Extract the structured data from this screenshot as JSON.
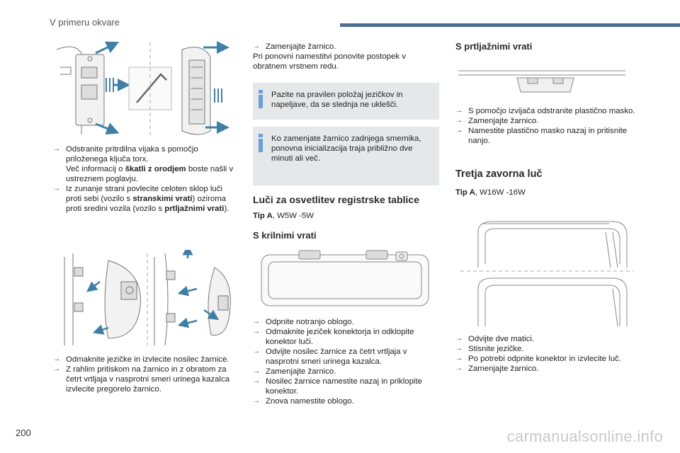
{
  "header": {
    "section_title": "V primeru okvare"
  },
  "footer": {
    "page_number": "200",
    "watermark": "carmanualsonline.info"
  },
  "col1": {
    "bullets1": [
      {
        "parts": [
          {
            "text": "Odstranite pritrdilna vijaka s pomočjo priloženega ključa torx."
          }
        ]
      },
      {
        "cont": true,
        "parts": [
          {
            "text": "Več informacij o "
          },
          {
            "text": "škatli z orodjem",
            "bold": true
          },
          {
            "text": " boste našli v ustreznem poglavju."
          }
        ]
      },
      {
        "parts": [
          {
            "text": "Iz zunanje strani povlecite celoten sklop luči proti sebi (vozilo s "
          },
          {
            "text": "stranskimi vrati",
            "bold": true
          },
          {
            "text": ") oziroma proti sredini vozila (vozilo s "
          },
          {
            "text": "prtljažnimi vrati",
            "bold": true
          },
          {
            "text": ")."
          }
        ]
      }
    ],
    "bullets2": [
      {
        "parts": [
          {
            "text": "Odmaknite jezičke in izvlecite nosilec žarnice."
          }
        ]
      },
      {
        "parts": [
          {
            "text": "Z rahlim pritiskom na žarnico in z obratom za četrt vrtljaja v nasprotni smeri urinega kazalca izvlecite pregorelo žarnico."
          }
        ]
      }
    ]
  },
  "col2": {
    "bullets_top": [
      {
        "parts": [
          {
            "text": "Zamenjajte žarnico."
          }
        ]
      }
    ],
    "para": "Pri ponovni namestitvi ponovite postopek v obratnem vrstnem redu.",
    "info1": "Pazite na pravilen položaj jezičkov in napeljave, da se slednja ne uklešči.",
    "info2": "Ko zamenjate žarnico zadnjega smernika, ponovna inicializacija traja približno dve minuti ali več.",
    "heading": "Luči za osvetlitev registrske tablice",
    "tip_label": "Tip A",
    "tip_value": ", W5W -5W",
    "subheading": "S krilnimi vrati",
    "bullets_bottom": [
      {
        "parts": [
          {
            "text": "Odpnite notranjo oblogo."
          }
        ]
      },
      {
        "parts": [
          {
            "text": "Odmaknite jeziček konektorja in odklopite konektor luči."
          }
        ]
      },
      {
        "parts": [
          {
            "text": "Odvijte nosilec žarnice za četrt vrtljaja v nasprotni smeri urinega kazalca."
          }
        ]
      },
      {
        "parts": [
          {
            "text": "Zamenjajte žarnico."
          }
        ]
      },
      {
        "parts": [
          {
            "text": "Nosilec žarnice namestite nazaj in priklopite konektor."
          }
        ]
      },
      {
        "parts": [
          {
            "text": "Znova namestite oblogo."
          }
        ]
      }
    ]
  },
  "col3": {
    "subheading1": "S prtljažnimi vrati",
    "bullets1": [
      {
        "parts": [
          {
            "text": "S pomočjo izvijača odstranite plastično masko."
          }
        ]
      },
      {
        "parts": [
          {
            "text": "Zamenjajte žarnico."
          }
        ]
      },
      {
        "parts": [
          {
            "text": "Namestite plastično masko nazaj in pritisnite nanjo."
          }
        ]
      }
    ],
    "heading2": "Tretja zavorna luč",
    "tip_label": "Tip A",
    "tip_value": ", W16W -16W",
    "bullets2": [
      {
        "parts": [
          {
            "text": "Odvijte dve matici."
          }
        ]
      },
      {
        "parts": [
          {
            "text": "Stisnite jezičke."
          }
        ]
      },
      {
        "parts": [
          {
            "text": "Po potrebi odpnite konektor in izvlecite luč."
          }
        ]
      },
      {
        "parts": [
          {
            "text": "Zamenjajte žarnico."
          }
        ]
      }
    ]
  },
  "colors": {
    "accent": "#4a6f8f",
    "info_icon": "#6aa1d8",
    "infobox_bg": "#e6e7e9",
    "arrow": "#3f7fa6"
  }
}
